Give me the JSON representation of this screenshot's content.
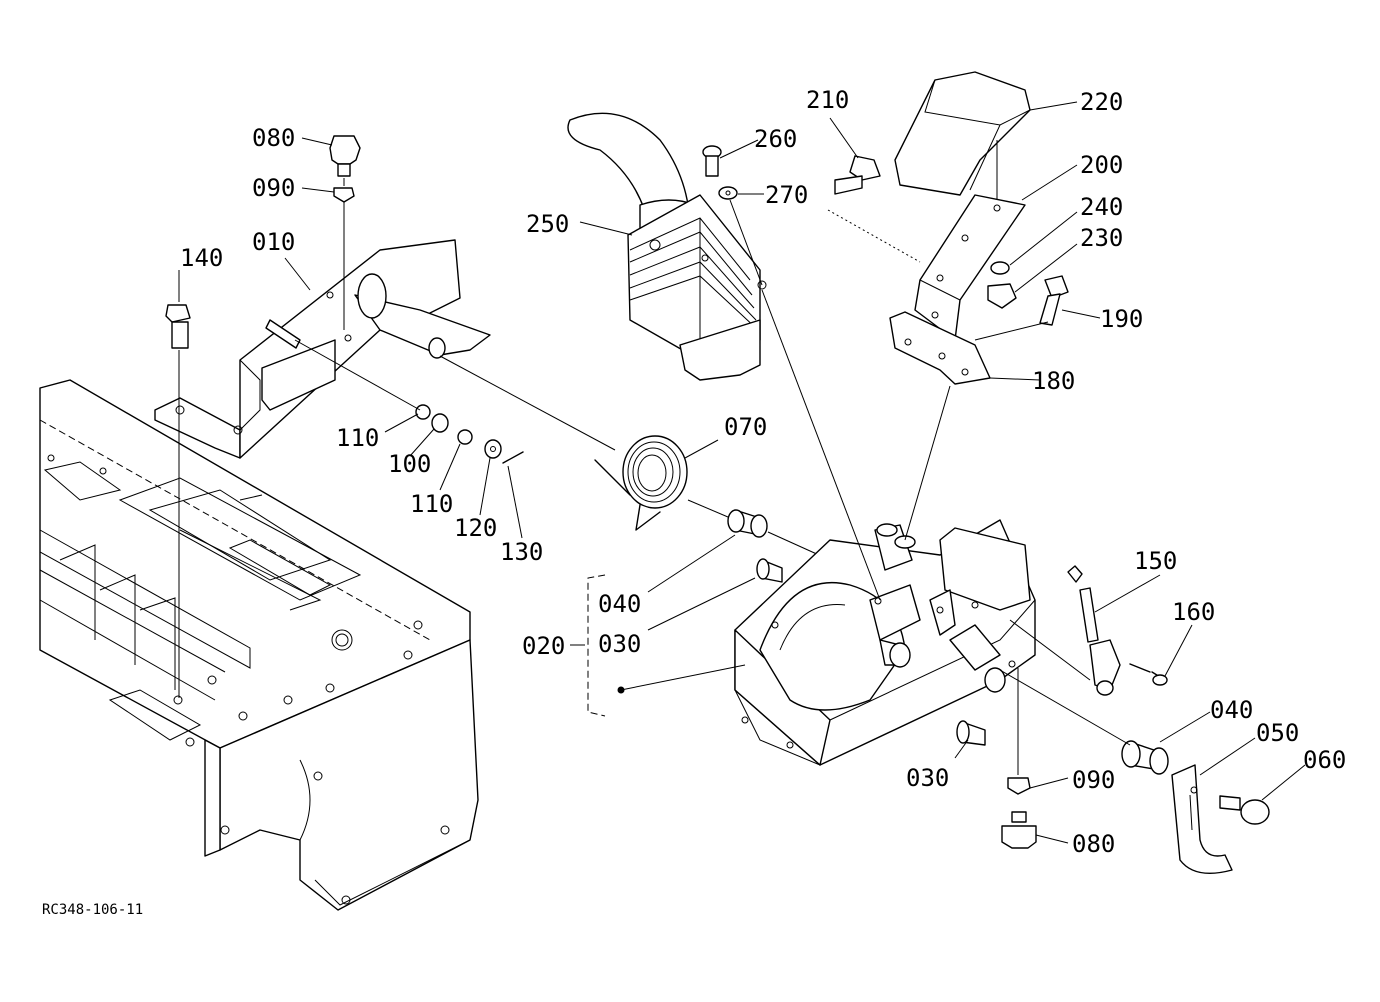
{
  "drawing": {
    "id": "RC348-106-11",
    "colors": {
      "line": "#000000",
      "background": "#ffffff"
    }
  },
  "labels": {
    "p010": "010",
    "p020": "020",
    "p030_a": "030",
    "p030_b": "030",
    "p040_a": "040",
    "p040_b": "040",
    "p050": "050",
    "p060": "060",
    "p070": "070",
    "p080_a": "080",
    "p080_b": "080",
    "p090_a": "090",
    "p090_b": "090",
    "p100": "100",
    "p110_a": "110",
    "p110_b": "110",
    "p120": "120",
    "p130": "130",
    "p140": "140",
    "p150": "150",
    "p160": "160",
    "p180": "180",
    "p190": "190",
    "p200": "200",
    "p210": "210",
    "p220": "220",
    "p230": "230",
    "p240": "240",
    "p250": "250",
    "p260": "260",
    "p270": "270"
  }
}
